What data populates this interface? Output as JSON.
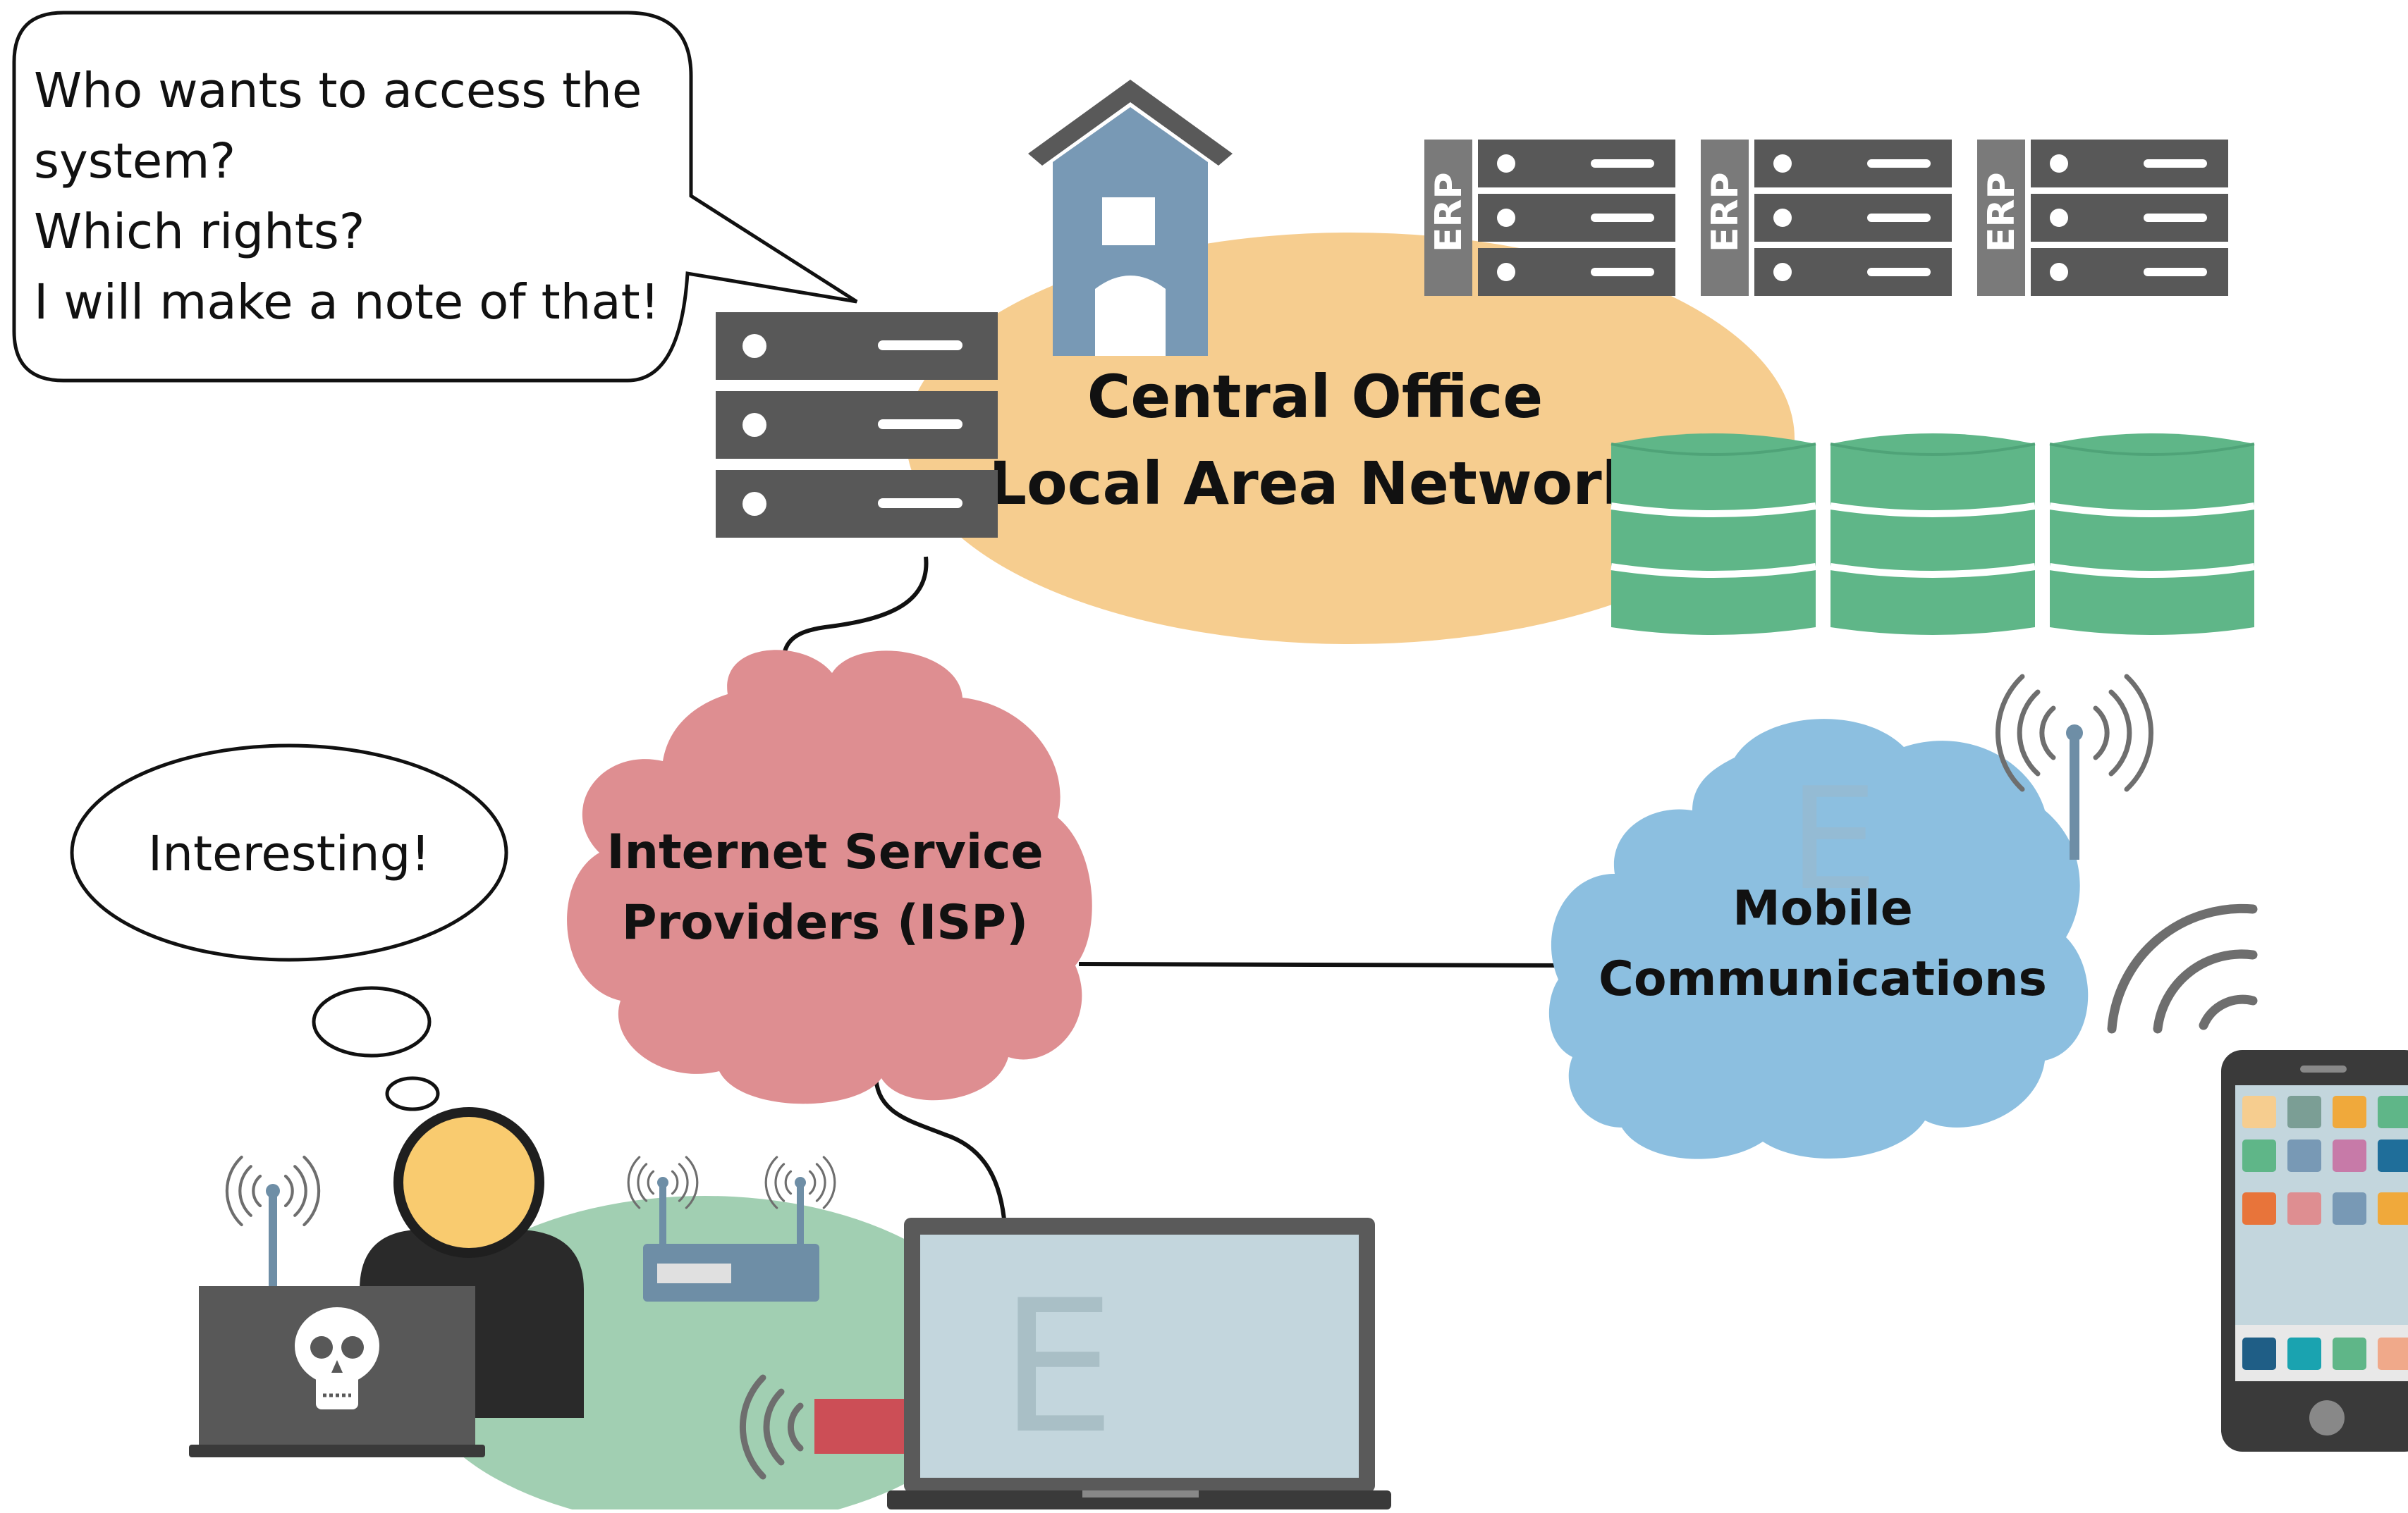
{
  "speech_bubble": {
    "lines": [
      "Who wants to access the",
      "system?",
      "Which rights?",
      "I will make a note of that!"
    ]
  },
  "thought_bubble": {
    "text": "Interesting!"
  },
  "central_office": {
    "line1": "Central Office",
    "line2": "Local Area Network"
  },
  "isp_cloud": {
    "line1": "Internet Service",
    "line2": "Providers (ISP)"
  },
  "mobile_cloud": {
    "line1": "Mobile",
    "line2": "Communications"
  },
  "erp_servers": {
    "labels": [
      "ERP",
      "ERP",
      "ERP"
    ]
  },
  "colors": {
    "lan_ellipse": "#f6cd8f",
    "isp_cloud": "#de8e91",
    "mobile_cloud": "#8cbfe0",
    "home_network": "#a1cfb2",
    "database": "#5fb688",
    "server": "#585858",
    "house": "#7899b5",
    "laptop_screen": "#c3d6dd",
    "hacker_head": "#f9cb6f",
    "usb_stick": "#cc4e56"
  },
  "icons": [
    "house-icon",
    "server-icon",
    "database-icon",
    "router-icon",
    "antenna-icon",
    "laptop-icon",
    "tablet-icon",
    "skull-icon",
    "wifi-icon",
    "usb-stick-icon",
    "hacker-icon"
  ]
}
